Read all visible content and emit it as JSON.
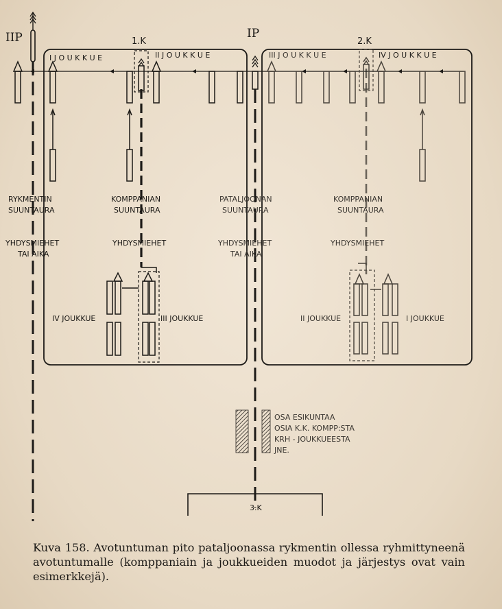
{
  "labels": {
    "ip_main": "IP",
    "ip_regiment": "IIP",
    "company_1": "1.K",
    "company_2": "2.K",
    "company_3": "3.K",
    "platoon_1": "I J O U K K U E",
    "platoon_2": "II J O U K K U E",
    "platoon_3": "III J O U K K U E",
    "platoon_4": "IV J O U K K U E",
    "regiment_axis_1": "RYKMENTIN",
    "regiment_axis_2": "SUUNTAURA",
    "regiment_link_1": "YHDYSMIEHET",
    "regiment_link_2": "TAI AIKA",
    "company_axis_1": "KOMPPANIAN",
    "company_axis_2": "SUUNTAURA",
    "company_link": "YHDYSMIEHET",
    "battalion_axis_1": "PATALJOONAN",
    "battalion_axis_2": "SUUNTAURA",
    "battalion_link_1": "YHDYSMIEHET",
    "battalion_link_2": "TAI AIKA",
    "company2_axis_1": "KOMPPANIAN",
    "company2_axis_2": "SUUNTAURA",
    "company2_link": "YHDYSMIEHET",
    "left_iv_platoon": "IV JOUKKUE",
    "left_iii_platoon": "III JOUKKUE",
    "right_ii_platoon": "II JOUKKUE",
    "right_i_platoon": "I JOUKKUE",
    "hq_1": "OSA ESIKUNTAA",
    "hq_2": "OSIA K.K. KOMPP:STA",
    "hq_3": "KRH - JOUKKUEESTA",
    "hq_4": "JNE."
  },
  "caption": "Kuva 158. Avotuntuman pito pataljoonassa rykmentin ollessa ryhmittyneenä avotuntumalle (komppaniain ja joukkueiden muodot ja järjestys ovat vain esimerkkejä)."
}
